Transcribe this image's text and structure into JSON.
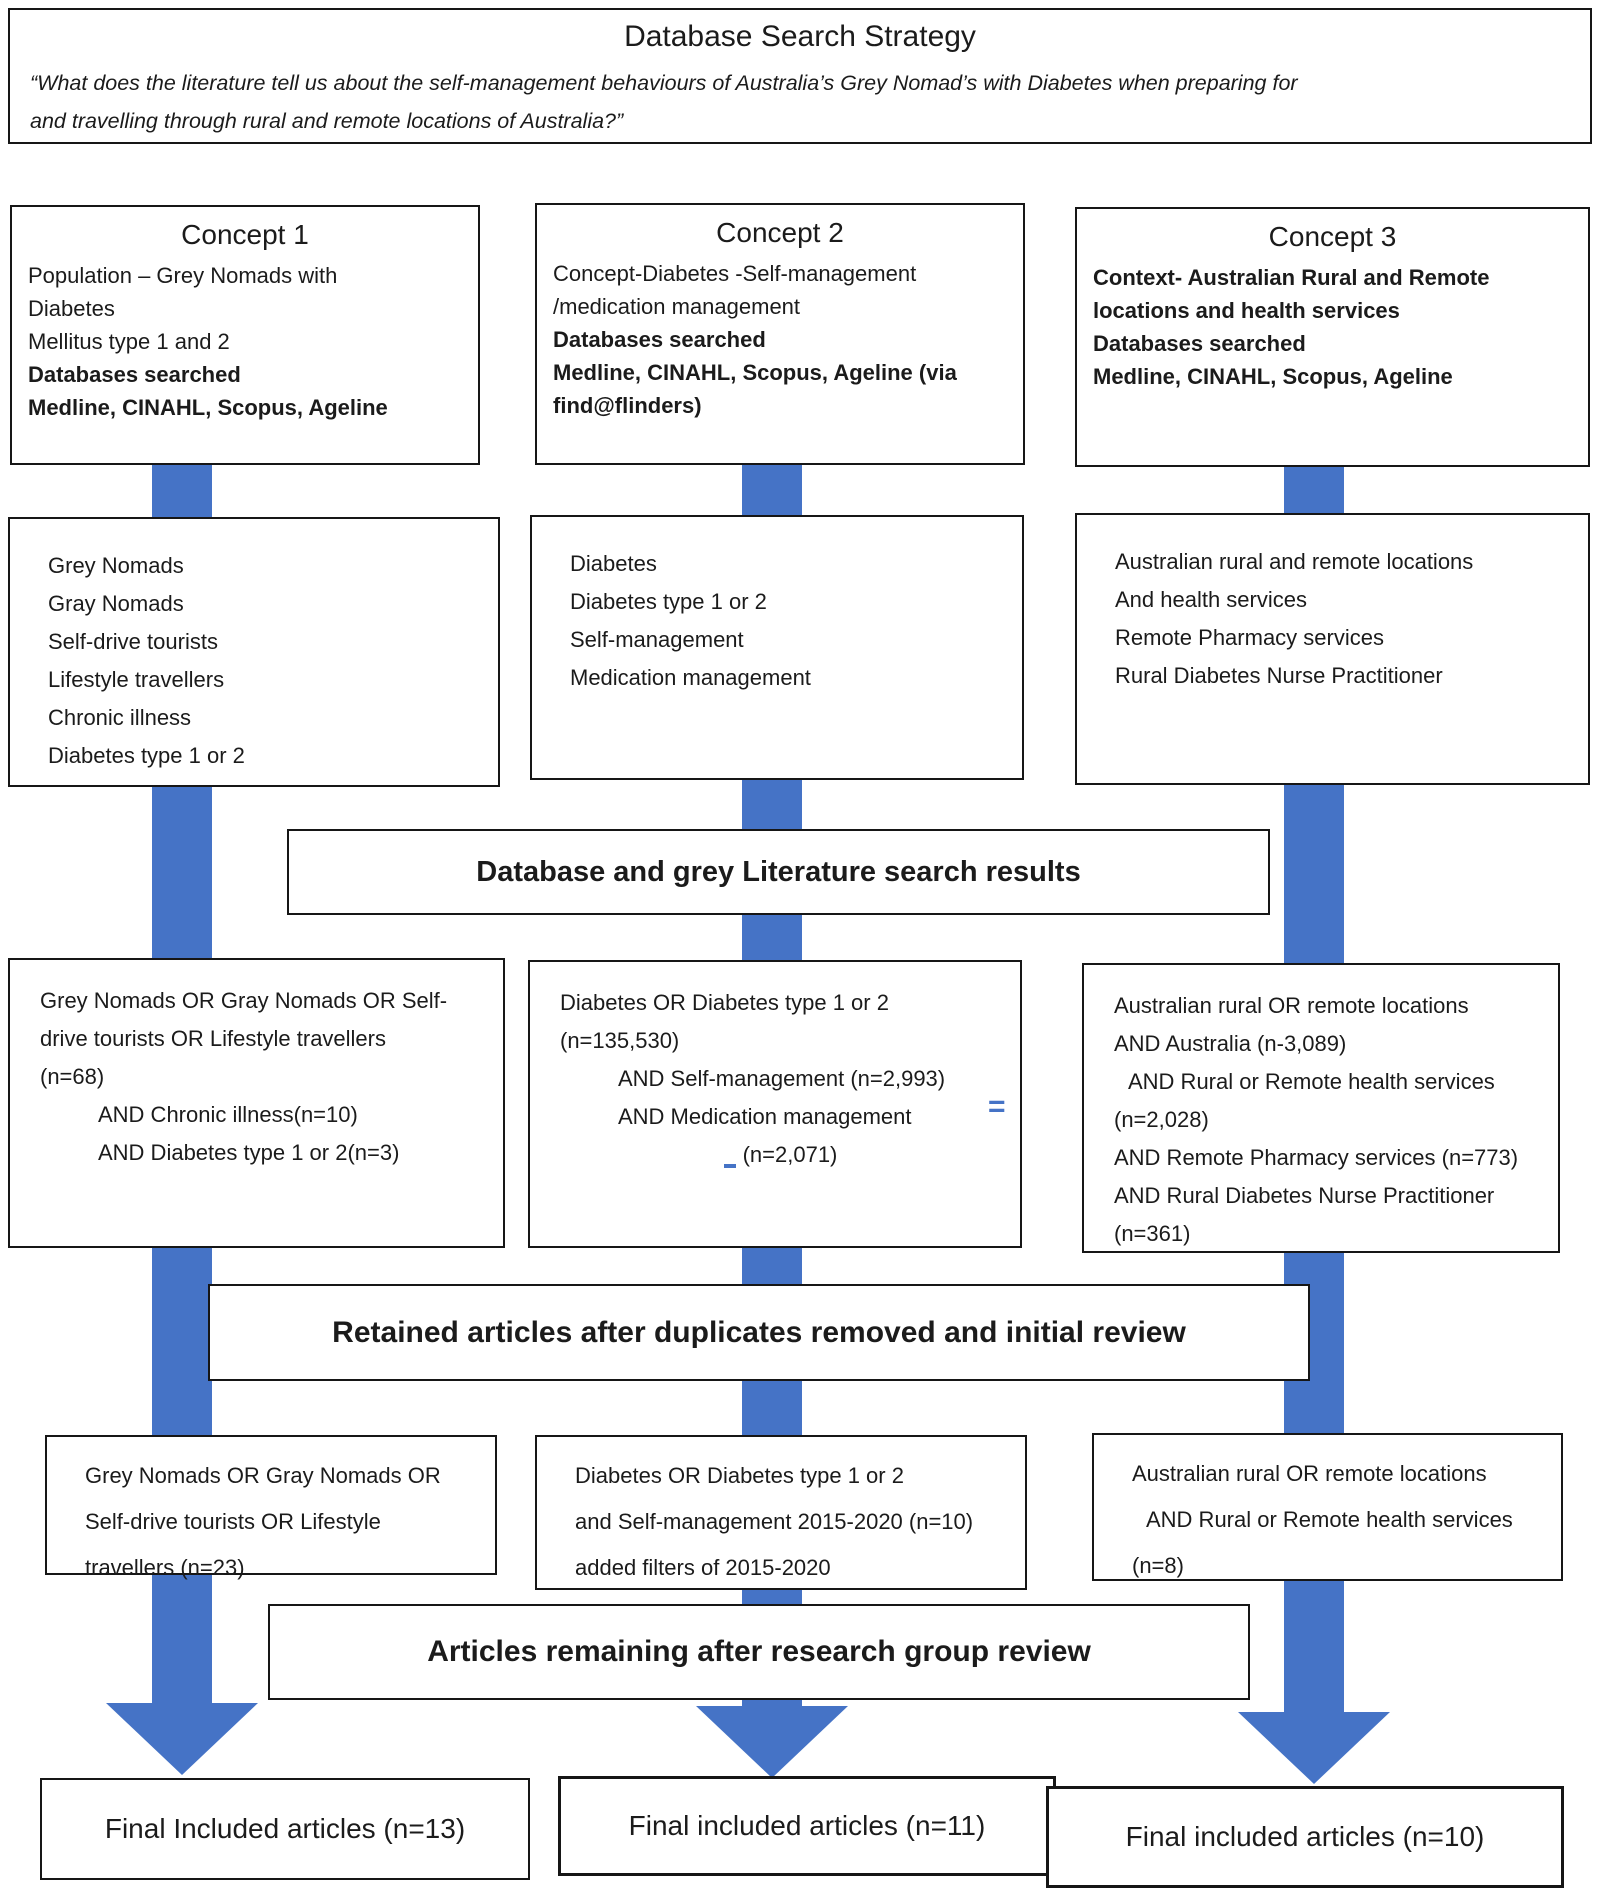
{
  "colors": {
    "accent": "#4573C6",
    "border": "#161616"
  },
  "header": {
    "title": "Database Search Strategy",
    "quote_lines": [
      "“What does the literature tell us about the self-management behaviours of Australia’s Grey Nomad’s with Diabetes when preparing for",
      "and travelling through rural and remote locations of Australia?”"
    ]
  },
  "banners": {
    "search_results": "Database and grey Literature search results",
    "retained": "Retained articles after duplicates removed and initial review",
    "remaining": "Articles remaining after research group review"
  },
  "concepts": [
    {
      "title": "Concept 1",
      "lines": [
        {
          "t": "Population – Grey Nomads with"
        },
        {
          "t": "Diabetes"
        },
        {
          "t": "Mellitus type 1 and 2"
        },
        {
          "t": "Databases searched",
          "s": "bold"
        },
        {
          "t": "Medline, CINAHL, Scopus, Ageline",
          "s": "bold"
        }
      ]
    },
    {
      "title": "Concept 2",
      "lines": [
        {
          "t": "Concept-Diabetes -Self-management"
        },
        {
          "t": "/medication management"
        },
        {
          "t": "Databases searched",
          "s": "bold"
        },
        {
          "t": "Medline, CINAHL, Scopus, Ageline (via",
          "s": "bold"
        },
        {
          "t": "find@flinders)",
          "s": "bold"
        }
      ]
    },
    {
      "title": "Concept 3",
      "lines": [
        {
          "t": "Context- Australian Rural and Remote",
          "s": "bold"
        },
        {
          "t": "locations and health services",
          "s": "bold"
        },
        {
          "t": "Databases searched",
          "s": "bold"
        },
        {
          "t": "Medline, CINAHL, Scopus, Ageline",
          "s": "bold"
        }
      ]
    }
  ],
  "keywords": [
    {
      "lines": [
        {
          "t": "Grey Nomads"
        },
        {
          "t": "Gray Nomads"
        },
        {
          "t": "Self-drive tourists"
        },
        {
          "t": "Lifestyle travellers"
        },
        {
          "t": "Chronic illness"
        },
        {
          "t": "Diabetes type 1 or 2"
        }
      ]
    },
    {
      "lines": [
        {
          "t": "Diabetes"
        },
        {
          "t": "Diabetes type 1 or 2"
        },
        {
          "t": "Self-management"
        },
        {
          "t": "Medication management"
        }
      ]
    },
    {
      "lines": [
        {
          "t": "Australian rural and remote locations"
        },
        {
          "t": "And health services"
        },
        {
          "t": "Remote Pharmacy services"
        },
        {
          "t": "Rural Diabetes Nurse Practitioner"
        }
      ]
    }
  ],
  "search_results": [
    {
      "lines": [
        {
          "t": "Grey Nomads OR Gray Nomads OR Self-"
        },
        {
          "t": "drive tourists OR Lifestyle travellers"
        },
        {
          "t": "(n=68)"
        },
        {
          "t": "AND Chronic illness(n=10)",
          "s": "indent"
        },
        {
          "t": "AND Diabetes type 1 or 2(n=3)",
          "s": "indent"
        }
      ]
    },
    {
      "lines": [
        {
          "t": "Diabetes OR Diabetes type 1 or 2"
        },
        {
          "t": "(n=135,530)"
        },
        {
          "t": "AND Self-management (n=2,993)",
          "s": "indent"
        },
        {
          "t": "AND Medication management",
          "s": "indent"
        },
        {
          "t": "(n=2,071)",
          "s": "center"
        }
      ]
    },
    {
      "lines": [
        {
          "t": "Australian rural OR remote locations"
        },
        {
          "t": "AND Australia (n-3,089)"
        },
        {
          "t": "AND Rural or Remote health services",
          "s": "indent-sm"
        },
        {
          "t": "(n=2,028)"
        },
        {
          "t": "AND Remote Pharmacy services (n=773)"
        },
        {
          "t": "AND Rural Diabetes Nurse Practitioner"
        },
        {
          "t": "(n=361)"
        }
      ]
    }
  ],
  "retained": [
    {
      "lines": [
        {
          "t": "Grey Nomads OR Gray Nomads OR"
        },
        {
          "t": "Self-drive tourists OR Lifestyle"
        },
        {
          "t": "travellers (n=23)"
        }
      ]
    },
    {
      "lines": [
        {
          "t": "Diabetes OR Diabetes type 1 or 2"
        },
        {
          "t": "and Self-management 2015-2020 (n=10)"
        },
        {
          "t": "added filters of 2015-2020"
        }
      ]
    },
    {
      "lines": [
        {
          "t": "Australian rural OR remote locations"
        },
        {
          "t": "AND Rural or Remote health services",
          "s": "indent-sm"
        },
        {
          "t": "(n=8)"
        }
      ]
    }
  ],
  "final": [
    {
      "label": "Final Included articles (n=13)"
    },
    {
      "label": "Final included articles (n=11)"
    },
    {
      "label": "Final included articles (n=10)"
    }
  ],
  "artifacts": {
    "equals_mark": "="
  }
}
